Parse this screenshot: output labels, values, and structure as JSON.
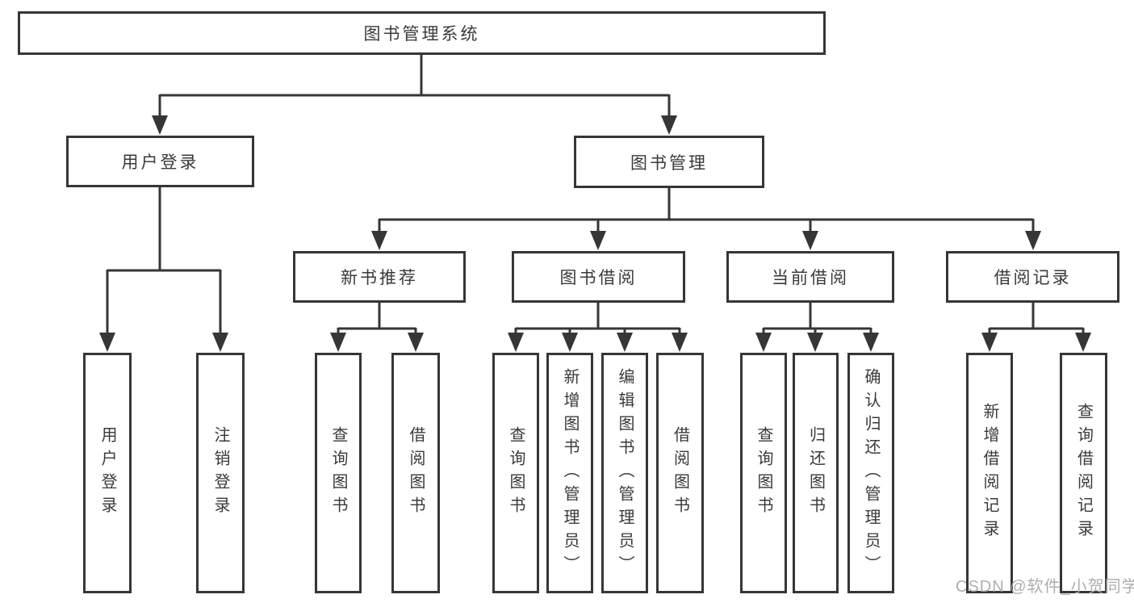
{
  "diagram": {
    "type": "hierarchy",
    "title": "图书管理系统",
    "colors": {
      "line": "#363636",
      "text": "#3a3a3a",
      "box_background": "#ffffff",
      "watermark": "#a8a8a8"
    },
    "tree": {
      "root": {
        "label": "图书管理系统"
      },
      "children": [
        {
          "label": "用户登录",
          "children": [
            {
              "label": "用户登录"
            },
            {
              "label": "注销登录"
            }
          ]
        },
        {
          "label": "图书管理",
          "children": [
            {
              "label": "新书推荐",
              "children": [
                {
                  "label": "查询图书"
                },
                {
                  "label": "借阅图书"
                }
              ]
            },
            {
              "label": "图书借阅",
              "children": [
                {
                  "label": "查询图书"
                },
                {
                  "label": "新增图书（管理员）"
                },
                {
                  "label": "编辑图书（管理员）"
                },
                {
                  "label": "借阅图书"
                }
              ]
            },
            {
              "label": "当前借阅",
              "children": [
                {
                  "label": "查询图书"
                },
                {
                  "label": "归还图书"
                },
                {
                  "label": "确认归还（管理员）"
                }
              ]
            },
            {
              "label": "借阅记录",
              "children": [
                {
                  "label": "新增借阅记录"
                },
                {
                  "label": "查询借阅记录"
                }
              ]
            }
          ]
        }
      ]
    },
    "watermark": {
      "text": "CSDN @软件_小贺同学"
    }
  }
}
